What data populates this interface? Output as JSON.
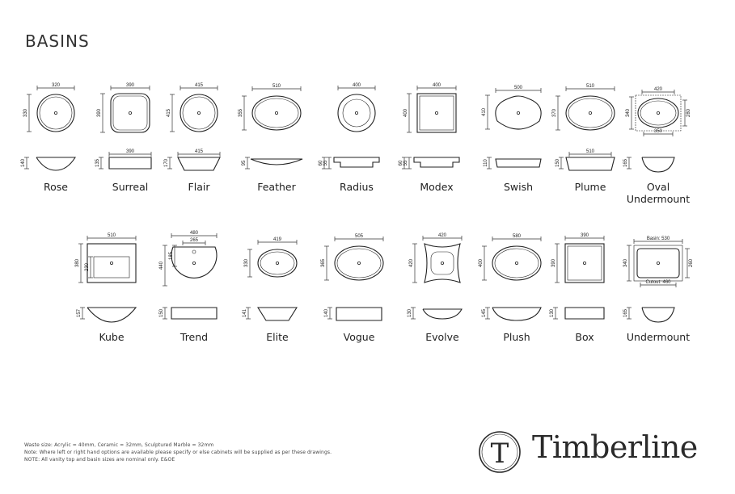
{
  "page": {
    "title": "BASINS"
  },
  "basins_row1": [
    {
      "name": "Rose",
      "shape": "circle",
      "top": [
        "320"
      ],
      "side": "330",
      "profile": "bowl",
      "heights": [
        "140"
      ]
    },
    {
      "name": "Surreal",
      "shape": "squircle",
      "top": [
        "390"
      ],
      "side": "390",
      "profile": "flatbowl",
      "width_profile": "390",
      "heights": [
        "135"
      ]
    },
    {
      "name": "Flair",
      "shape": "circle",
      "top": [
        "415"
      ],
      "side": "415",
      "profile": "flair",
      "width_profile": "415",
      "heights": [
        "170"
      ]
    },
    {
      "name": "Feather",
      "shape": "ellipse",
      "top": [
        "510"
      ],
      "side": "355",
      "profile": "feather",
      "heights": [
        "95"
      ]
    },
    {
      "name": "Radius",
      "shape": "ring",
      "top": [
        "400"
      ],
      "side": "",
      "profile": "inset",
      "heights": [
        "60",
        "55"
      ]
    },
    {
      "name": "Modex",
      "shape": "square",
      "top": [
        "400"
      ],
      "side": "400",
      "profile": "inset",
      "heights": [
        "60",
        "55"
      ]
    },
    {
      "name": "Swish",
      "shape": "triangle",
      "top": [
        "500"
      ],
      "side": "410",
      "profile": "swish",
      "heights": [
        "110"
      ]
    },
    {
      "name": "Plume",
      "shape": "ellipse",
      "top": [
        "510"
      ],
      "side": "370",
      "profile": "plume",
      "width_profile": "510",
      "heights": [
        "150"
      ]
    },
    {
      "name": "Oval Undermount",
      "shape": "undermount-oval",
      "top": [
        "420"
      ],
      "side": "340",
      "side_right": "280",
      "bottom": "350",
      "profile": "under",
      "heights": [
        "165"
      ]
    }
  ],
  "basins_row2": [
    {
      "name": "Kube",
      "shape": "kube",
      "top": [
        "510"
      ],
      "side": "380",
      "side_inner": "230",
      "profile": "kube",
      "heights": [
        "157"
      ]
    },
    {
      "name": "Trend",
      "shape": "trend",
      "top": [
        "480",
        "265"
      ],
      "side": "440",
      "side_inner": "185",
      "profile": "trend",
      "heights": [
        "150"
      ]
    },
    {
      "name": "Elite",
      "shape": "ellipse-small",
      "top": [
        "419"
      ],
      "side": "330",
      "profile": "elite",
      "heights": [
        "141"
      ]
    },
    {
      "name": "Vogue",
      "shape": "ellipse",
      "top": [
        "505"
      ],
      "side": "365",
      "profile": "vogue",
      "heights": [
        "140"
      ]
    },
    {
      "name": "Evolve",
      "shape": "evolve",
      "top": [
        "420"
      ],
      "side": "420",
      "profile": "evolve",
      "heights": [
        "130"
      ]
    },
    {
      "name": "Plush",
      "shape": "ellipse",
      "top": [
        "580"
      ],
      "side": "400",
      "profile": "plush",
      "heights": [
        "145"
      ]
    },
    {
      "name": "Box",
      "shape": "box",
      "top": [
        "390"
      ],
      "side": "390",
      "profile": "box",
      "heights": [
        "130"
      ]
    },
    {
      "name": "Undermount",
      "shape": "undermount-rect",
      "top": [
        "Basin: 530"
      ],
      "side": "340",
      "side_right": "260",
      "bottom": "Cutout: 460",
      "profile": "under",
      "heights": [
        "165"
      ]
    }
  ],
  "notes": [
    "Waste size: Acrylic = 40mm, Ceramic = 32mm, Sculptured Marble = 32mm",
    "Note: Where left or right hand options are available please specify or else cabinets will be supplied as per these drawings.",
    "NOTE: All vanity top and basin sizes are nominal only.  E&OE"
  ],
  "brand": {
    "letter": "T",
    "name": "Timberline"
  }
}
